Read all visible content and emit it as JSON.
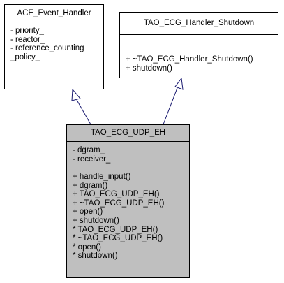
{
  "classes": {
    "ace_event_handler": {
      "name": "ACE_Event_Handler",
      "attributes": [
        "- priority_",
        "- reactor_",
        "- reference_counting",
        "_policy_"
      ],
      "operations": []
    },
    "tao_ecg_handler_shutdown": {
      "name": "TAO_ECG_Handler_Shutdown",
      "attributes": [],
      "operations": [
        "+ ~TAO_ECG_Handler_Shutdown()",
        "+ shutdown()"
      ]
    },
    "tao_ecg_udp_eh": {
      "name": "TAO_ECG_UDP_EH",
      "attributes": [
        "- dgram_",
        "- receiver_"
      ],
      "operations": [
        "+ handle_input()",
        "+ dgram()",
        "+ TAO_ECG_UDP_EH()",
        "+ ~TAO_ECG_UDP_EH()",
        "+ open()",
        "+ shutdown()",
        "* TAO_ECG_UDP_EH()",
        "* ~TAO_ECG_UDP_EH()",
        "* open()",
        "* shutdown()"
      ]
    }
  },
  "colors": {
    "highlight_fill": "#bfbfbf",
    "edge_stroke": "#191970",
    "border": "#000000"
  }
}
